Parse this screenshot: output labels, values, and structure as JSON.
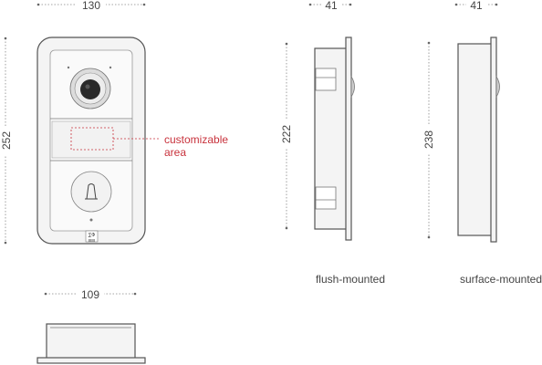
{
  "dimensions": {
    "front_width": "130",
    "front_height": "252",
    "flush_depth": "41",
    "flush_height": "222",
    "surface_depth": "41",
    "surface_height": "238",
    "bottom_width": "109"
  },
  "labels": {
    "customizable_line1": "customizable",
    "customizable_line2": "area",
    "flush_caption": "flush-mounted",
    "surface_caption": "surface-mounted",
    "logo_top": "∑Φ",
    "logo_bottom": "▤▤"
  },
  "colors": {
    "accent": "#c8323c",
    "outline": "#555555",
    "device_fill": "#f4f4f4"
  }
}
